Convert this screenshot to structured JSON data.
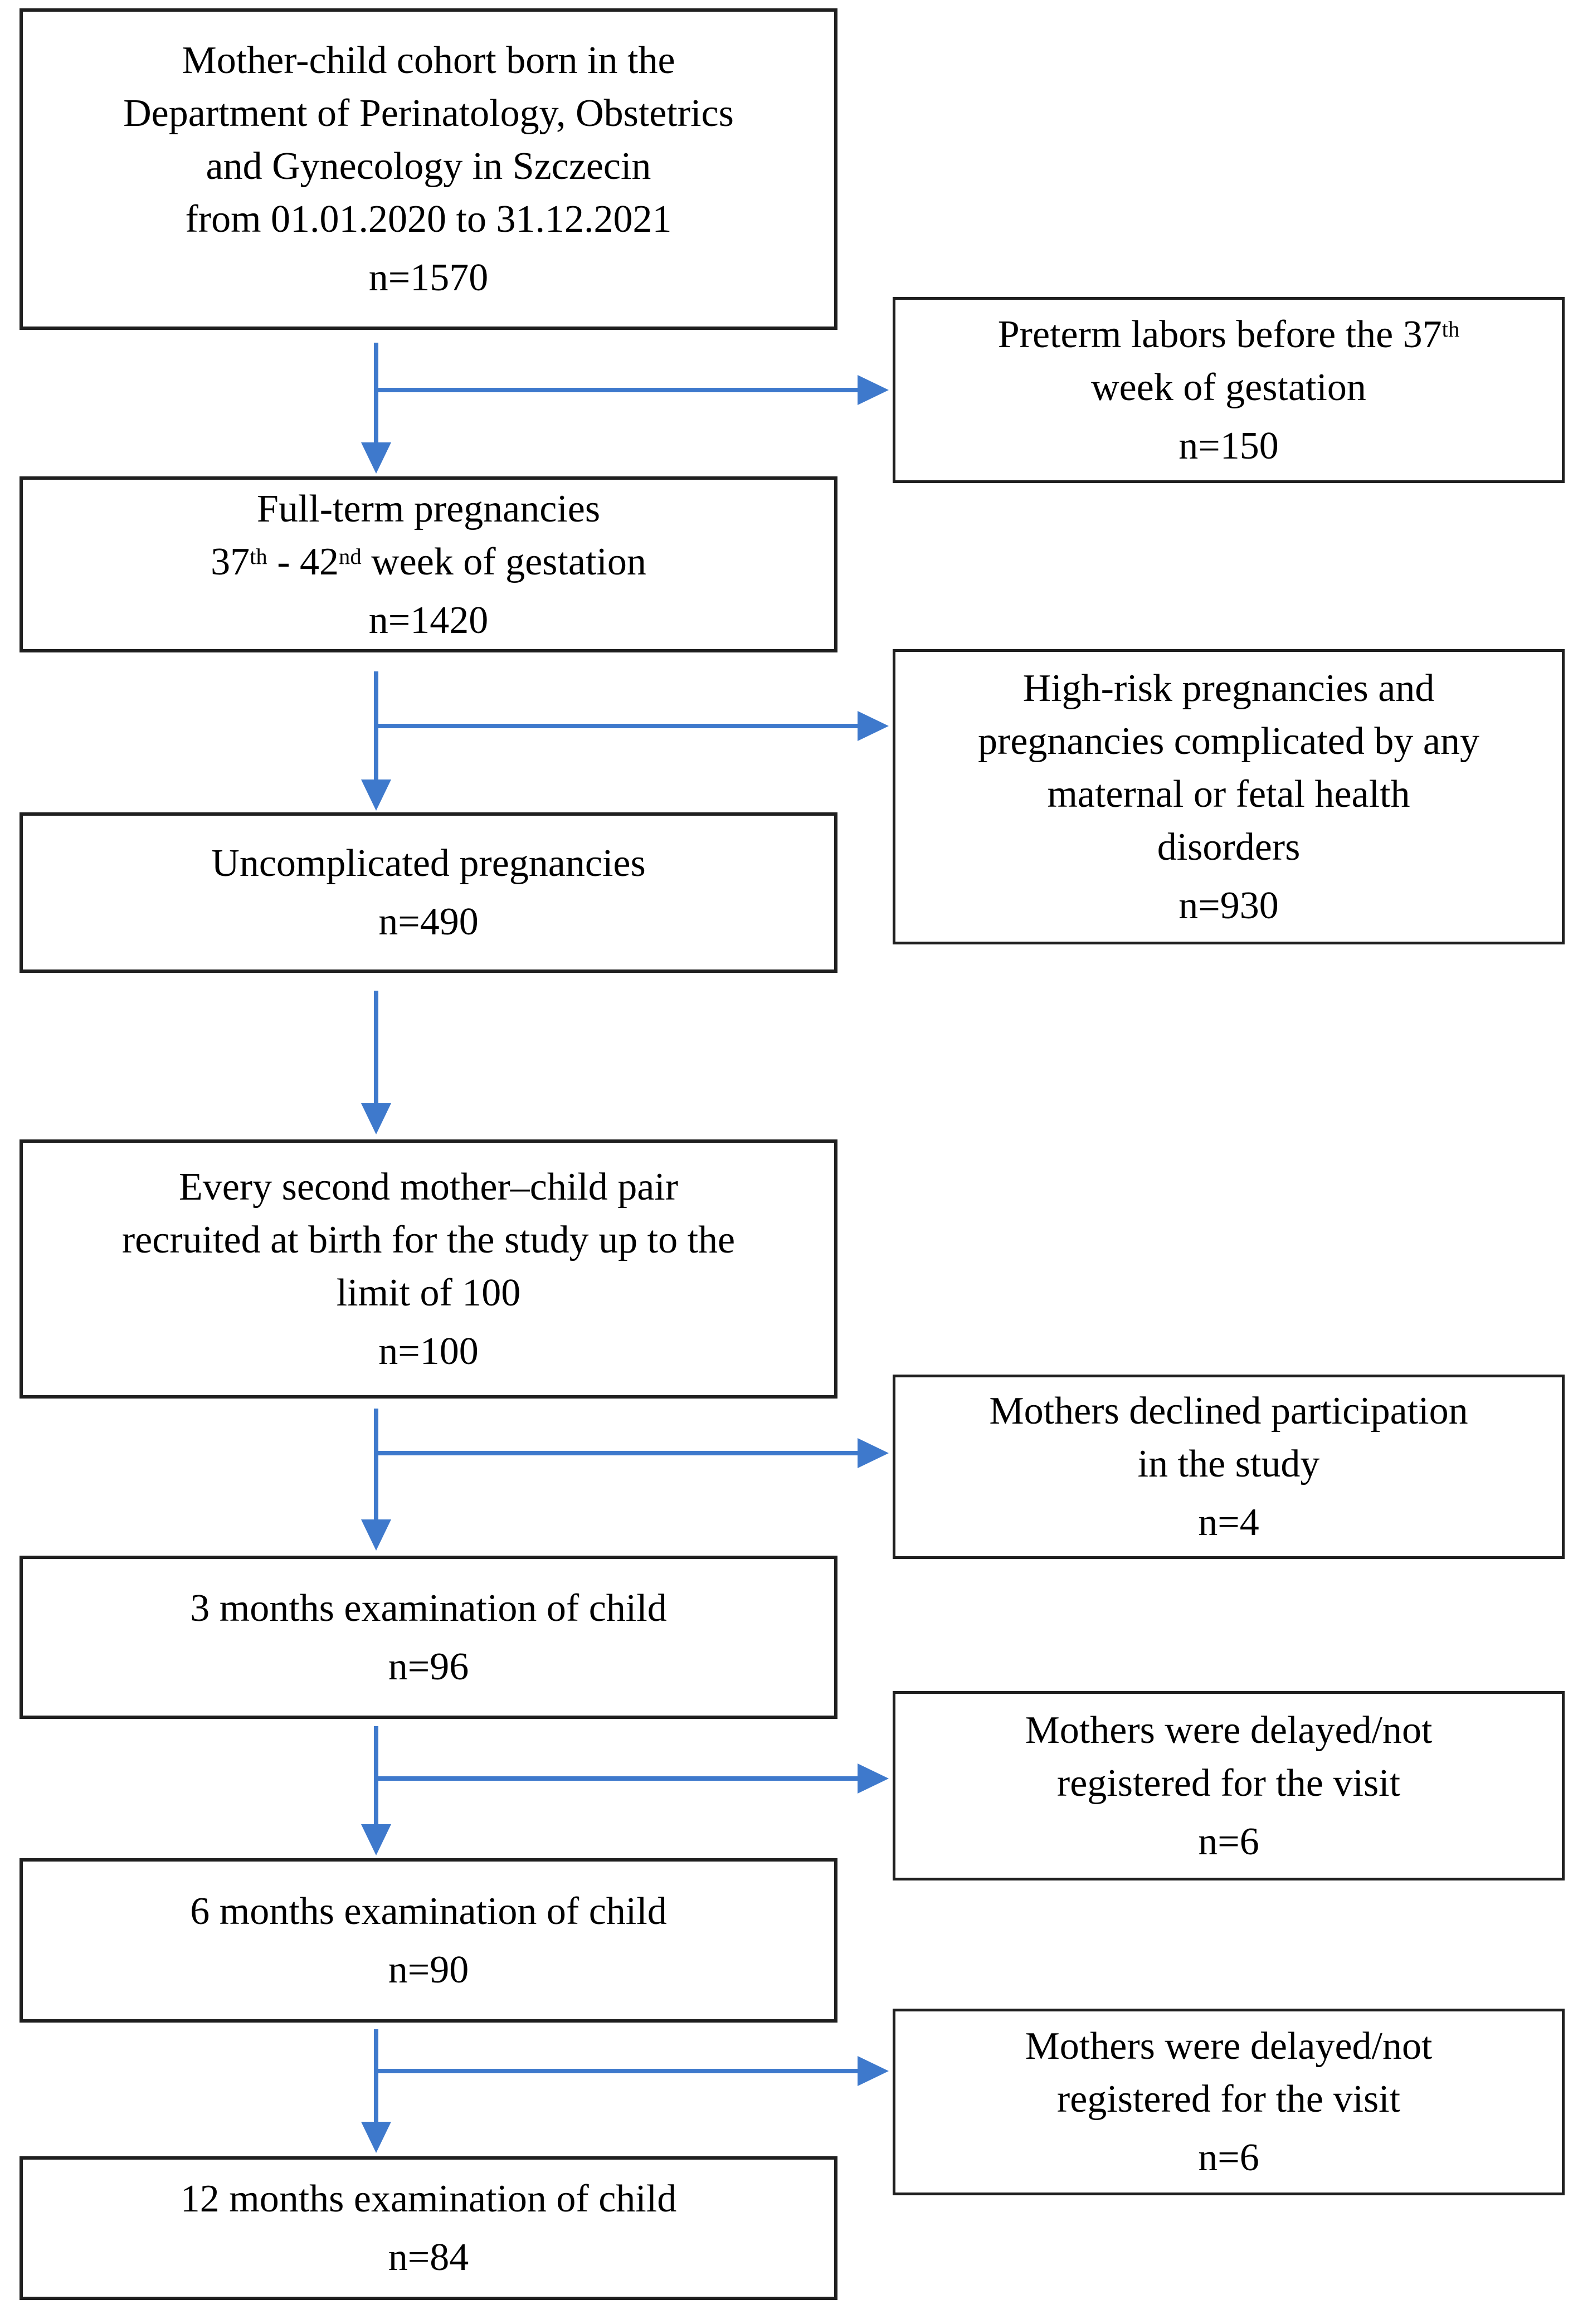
{
  "colors": {
    "arrow": "#3e79cc",
    "box_border": "#1f1f1f",
    "text": "#000000",
    "background": "#ffffff"
  },
  "boxes": {
    "cohort": {
      "lines": [
        "Mother-child cohort born in the",
        "Department of Perinatology, Obstetrics",
        "and Gynecology in Szczecin",
        "from 01.01.2020 to 31.12.2021",
        "n=1570"
      ]
    },
    "preterm": {
      "lines": [
        [
          {
            "t": "Preterm labors before the 37"
          },
          {
            "t": "th",
            "sup": true
          }
        ],
        "week of gestation",
        "n=150"
      ]
    },
    "fullterm": {
      "lines": [
        "Full-term pregnancies",
        [
          {
            "t": "37"
          },
          {
            "t": "th",
            "sup": true
          },
          {
            "t": " - 42"
          },
          {
            "t": "nd",
            "sup": true
          },
          {
            "t": " week of gestation"
          }
        ],
        "n=1420"
      ]
    },
    "highrisk": {
      "lines": [
        "High-risk pregnancies and",
        "pregnancies complicated by any",
        "maternal or fetal health",
        "disorders",
        "n=930"
      ]
    },
    "uncomplicated": {
      "lines": [
        "Uncomplicated pregnancies",
        "n=490"
      ]
    },
    "everysecond": {
      "lines": [
        "Every second mother–child pair",
        "recruited at birth for the study up to the",
        "limit of 100",
        "n=100"
      ]
    },
    "declined": {
      "lines": [
        "Mothers  declined participation",
        "in the study",
        "n=4"
      ]
    },
    "m3": {
      "lines": [
        "3 months examination of child",
        "n=96"
      ]
    },
    "delayed1": {
      "lines": [
        "Mothers were delayed/not",
        "registered for the visit",
        "n=6"
      ]
    },
    "m6": {
      "lines": [
        "6 months examination of child",
        "n=90"
      ]
    },
    "delayed2": {
      "lines": [
        "Mothers were delayed/not",
        "registered for the visit",
        "n=6"
      ]
    },
    "m12": {
      "lines": [
        "12 months examination of child",
        "n=84"
      ]
    }
  },
  "flow": {
    "main_path": [
      "cohort",
      "fullterm",
      "uncomplicated",
      "everysecond",
      "m3",
      "m6",
      "m12"
    ],
    "exclusion_branches": [
      {
        "after": "cohort",
        "to": "preterm"
      },
      {
        "after": "fullterm",
        "to": "highrisk"
      },
      {
        "after": "everysecond",
        "to": "declined"
      },
      {
        "after": "m3",
        "to": "delayed1"
      },
      {
        "after": "m6",
        "to": "delayed2"
      }
    ]
  }
}
